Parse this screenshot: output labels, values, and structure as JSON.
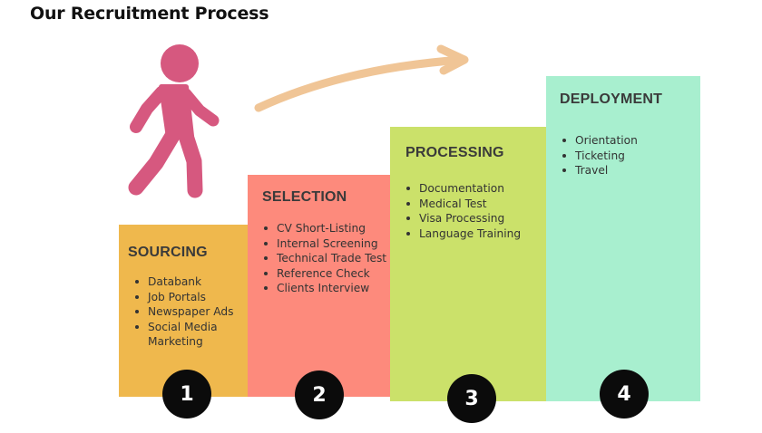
{
  "title": "Our Recruitment Process",
  "steps": [
    {
      "number": "1",
      "heading": "SOURCING",
      "color": "#efb84d",
      "items": [
        "Databank",
        "Job Portals",
        "Newspaper Ads",
        "Social Media Marketing"
      ]
    },
    {
      "number": "2",
      "heading": "SELECTION",
      "color": "#fd8a7c",
      "items": [
        "CV Short-Listing",
        "Internal Screening",
        "Technical Trade Test",
        "Reference Check",
        "Clients Interview"
      ]
    },
    {
      "number": "3",
      "heading": "PROCESSING",
      "color": "#cbe16a",
      "items": [
        "Documentation",
        "Medical Test",
        "Visa Processing",
        "Language Training"
      ]
    },
    {
      "number": "4",
      "heading": "DEPLOYMENT",
      "color": "#a8efcf",
      "items": [
        "Orientation",
        "Ticketing",
        "Travel"
      ]
    }
  ],
  "colors": {
    "walker": "#d6587f",
    "arrow": "#f0c596"
  },
  "icons": {
    "walker": "walking-person-icon",
    "arrow": "curved-arrow-icon"
  }
}
